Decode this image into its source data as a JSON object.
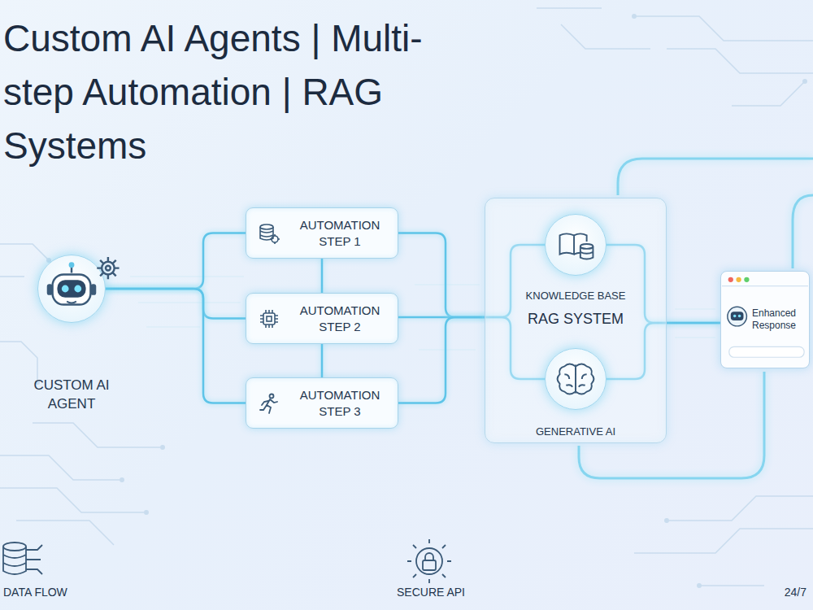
{
  "diagram": {
    "title": "Custom AI Agents | Multi-step Automation | RAG Systems",
    "nodes": [
      {
        "text": [
          "CUSTOM AI AGENT"
        ]
      },
      {
        "text": [
          "AUTOMATION STEP 1"
        ]
      },
      {
        "text": [
          "AUTOMATION STEP 2"
        ]
      },
      {
        "text": [
          "AUTOMATION STEP 3"
        ]
      },
      {
        "text": [
          "RAG SYSTEM"
        ]
      },
      {
        "text": [
          "KNOWLEDGE BASE"
        ],
        "in": 4
      },
      {
        "text": [
          "GENERATIVE AI"
        ],
        "in": 4
      },
      {
        "text": [
          "Enhanced Response"
        ]
      }
    ],
    "edges": [
      {
        "from": 0,
        "to": 1,
        "arrow": "to"
      },
      {
        "from": 0,
        "to": 2,
        "arrow": "to"
      },
      {
        "from": 0,
        "to": 3,
        "arrow": "to"
      },
      {
        "from": 1,
        "to": 2,
        "arrow": "to"
      },
      {
        "from": 2,
        "to": 3,
        "arrow": "to"
      },
      {
        "from": 1,
        "to": 4,
        "arrow": "to"
      },
      {
        "from": 2,
        "to": 4,
        "arrow": "to"
      },
      {
        "from": 3,
        "to": 4,
        "arrow": "to"
      },
      {
        "from": 4,
        "to": 5,
        "arrow": "to"
      },
      {
        "from": 4,
        "to": 6,
        "arrow": "to"
      },
      {
        "from": 5,
        "to": 7,
        "arrow": "to"
      },
      {
        "from": 6,
        "to": 7,
        "arrow": "to"
      }
    ],
    "labels": [
      "DATA FLOW",
      "SECURE API",
      "24/7"
    ]
  }
}
